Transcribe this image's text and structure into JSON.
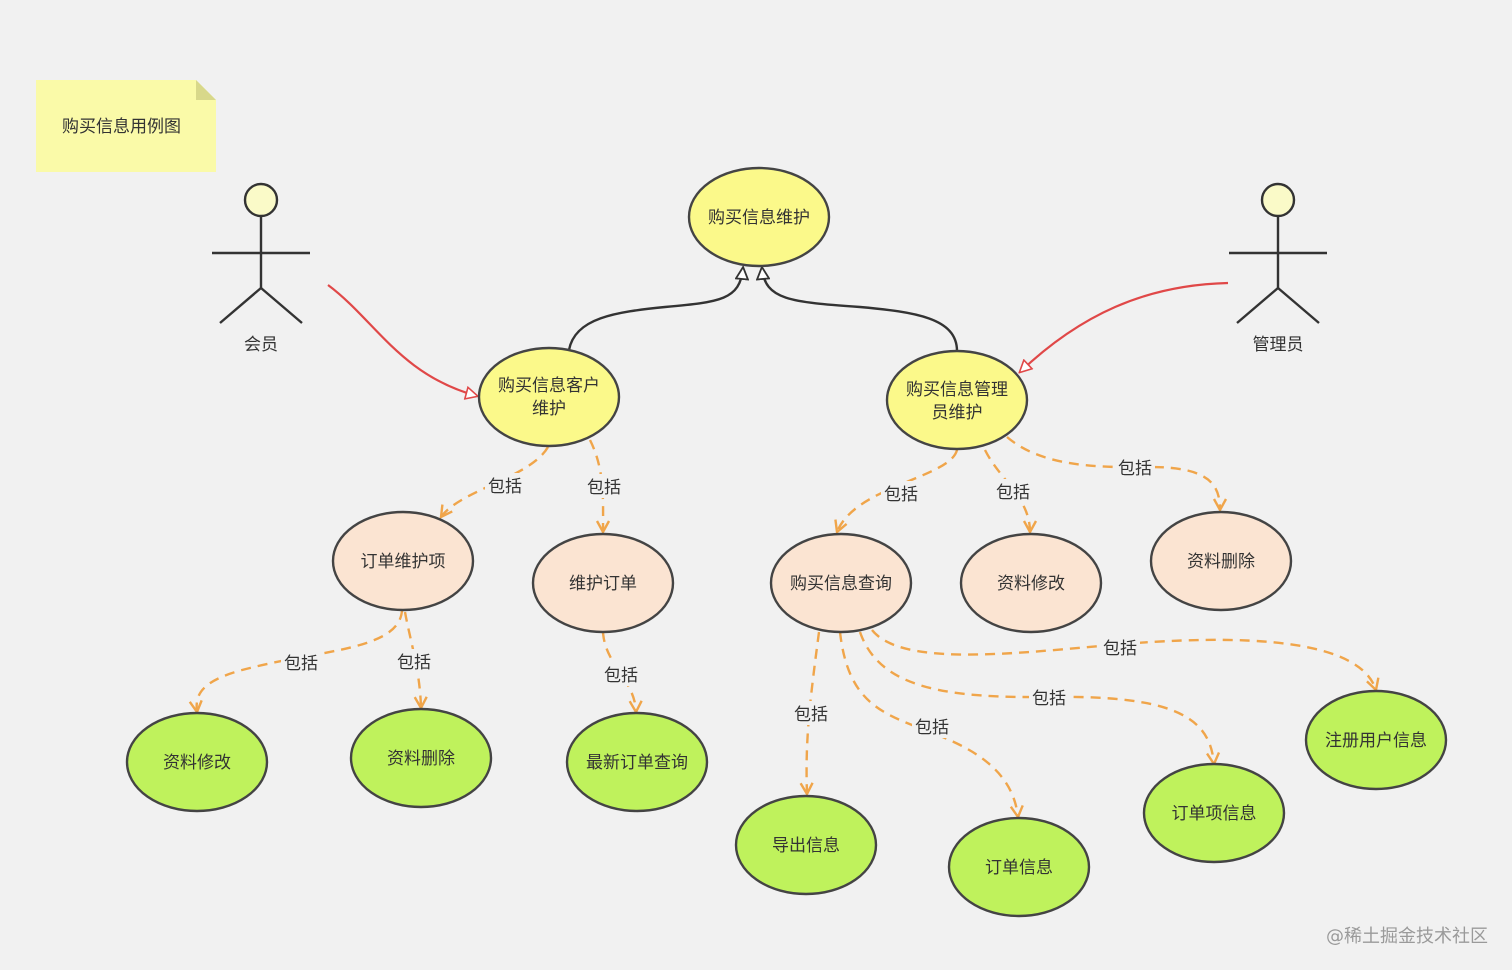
{
  "note": {
    "text": "购买信息用例图"
  },
  "actors": {
    "member": {
      "label": "会员"
    },
    "admin": {
      "label": "管理员"
    }
  },
  "nodes": {
    "root": {
      "lines": [
        "购买信息维护"
      ]
    },
    "customer": {
      "lines": [
        "购买信息客户",
        "维护"
      ]
    },
    "manager": {
      "lines": [
        "购买信息管理",
        "员维护"
      ]
    },
    "order_item_maint": {
      "lines": [
        "订单维护项"
      ]
    },
    "order_maint": {
      "lines": [
        "维护订单"
      ]
    },
    "query": {
      "lines": [
        "购买信息查询"
      ]
    },
    "profile_edit_r": {
      "lines": [
        "资料修改"
      ]
    },
    "profile_delete_r": {
      "lines": [
        "资料删除"
      ]
    },
    "profile_edit_l": {
      "lines": [
        "资料修改"
      ]
    },
    "profile_delete_l": {
      "lines": [
        "资料删除"
      ]
    },
    "latest_order_query": {
      "lines": [
        "最新订单查询"
      ]
    },
    "export_info": {
      "lines": [
        "导出信息"
      ]
    },
    "order_info": {
      "lines": [
        "订单信息"
      ]
    },
    "order_item_info": {
      "lines": [
        "订单项信息"
      ]
    },
    "reg_user_info": {
      "lines": [
        "注册用户信息"
      ]
    }
  },
  "include_label": "包括",
  "colors": {
    "yellow_fill": "#fbf98a",
    "peach_fill": "#fbe4d2",
    "green_fill": "#bff25c",
    "node_stroke": "#444444",
    "actor_fill": "#fafac8",
    "association": "#e04848",
    "generalization": "#333333",
    "include": "#f0a54a",
    "note_fill": "#fafaa8"
  },
  "watermark": "@稀土掘金技术社区"
}
